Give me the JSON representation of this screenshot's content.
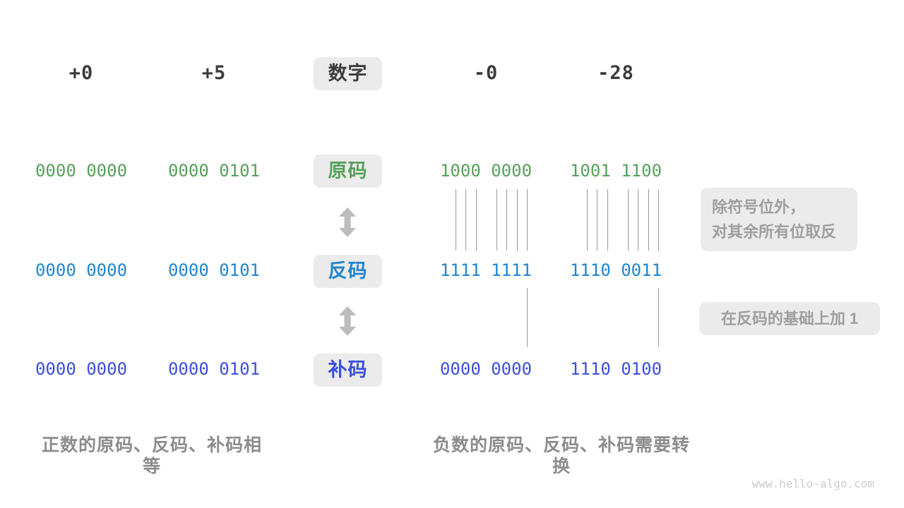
{
  "palette": {
    "sign_magnitude_green": "#57A05A",
    "ones_complement_blue": "#1E86D1",
    "twos_complement_indigo": "#3C4EDB",
    "number_dark": "#3C3C3C",
    "label_box_bg": "#EBEBEB",
    "annotation_gray": "#9E9E9E",
    "caption_gray": "#8C8C8C",
    "connector_gray": "#979797",
    "arrow_gray": "#BCBCBC",
    "watermark_gray": "#CCCCCC"
  },
  "header": {
    "category_label": "数字",
    "numbers": [
      "+0",
      "+5",
      "-0",
      "-28"
    ]
  },
  "rows": [
    {
      "label": "原码",
      "values": [
        "0000 0000",
        "0000 0101",
        "1000 0000",
        "1001 1100"
      ]
    },
    {
      "label": "反码",
      "values": [
        "0000 0000",
        "0000 0101",
        "1111 1111",
        "1110 0011"
      ]
    },
    {
      "label": "补码",
      "values": [
        "0000 0000",
        "0000 0101",
        "0000 0000",
        "1110 0100"
      ]
    }
  ],
  "annotations": {
    "invert_line1": "除符号位外，",
    "invert_line2": "对其余所有位取反",
    "add_one": "在反码的基础上加 1"
  },
  "captions": {
    "positive": "正数的原码、反码、补码相等",
    "negative": "负数的原码、反码、补码需要转换"
  },
  "watermark": "www.hello-algo.com"
}
